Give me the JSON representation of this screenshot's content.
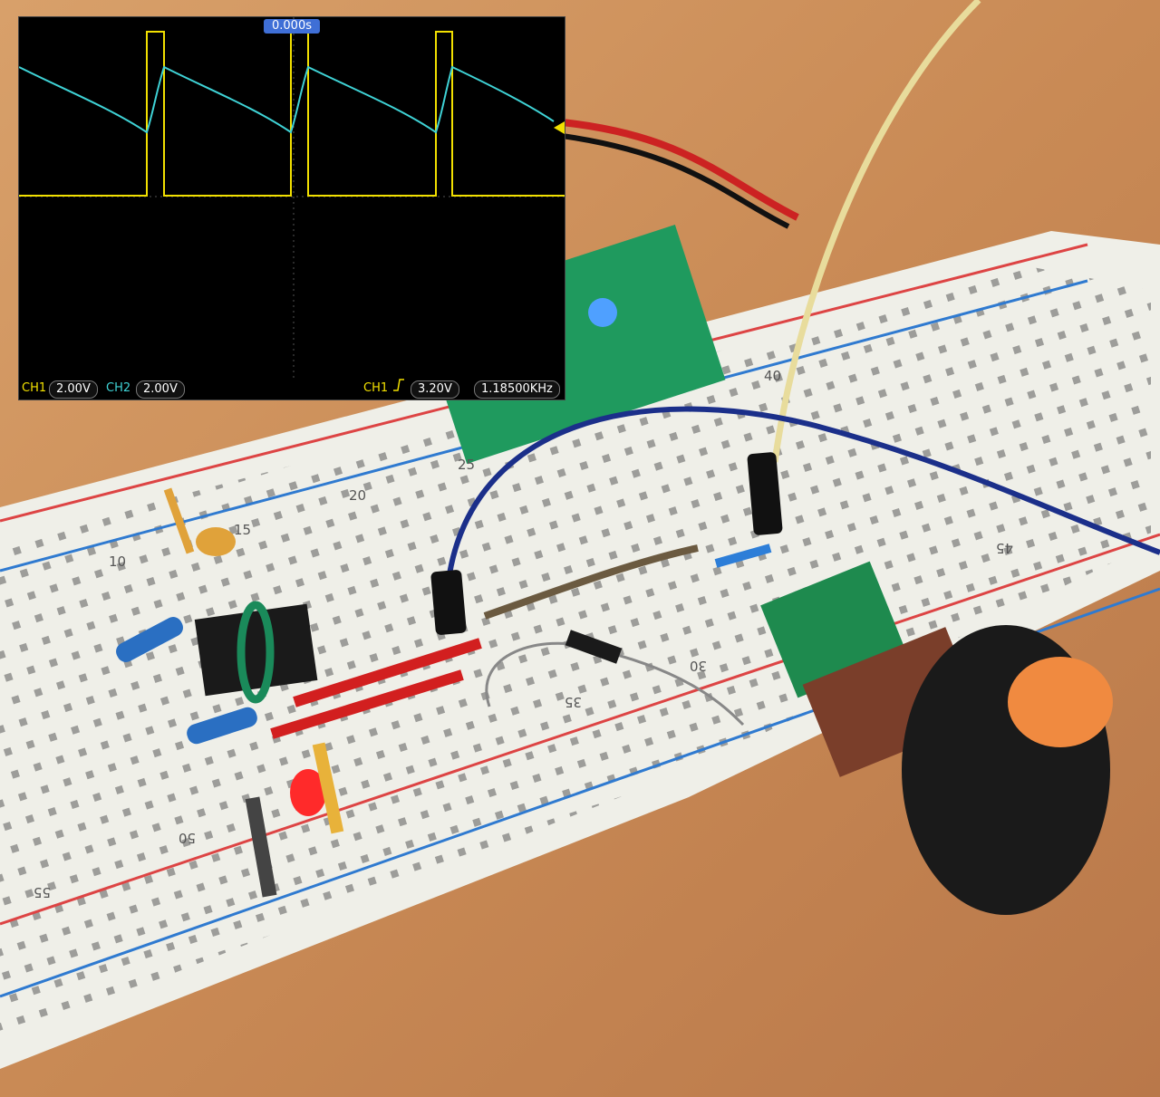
{
  "photo": {
    "breadboard_row_numbers": [
      "10",
      "15",
      "20",
      "25",
      "30",
      "35",
      "40",
      "45",
      "50",
      "55"
    ]
  },
  "oscilloscope": {
    "trigger_time": "0.000s",
    "ch1_label": "CH1",
    "ch1_scale": "2.00V",
    "ch2_label": "CH2",
    "ch2_scale": "2.00V",
    "trigger_channel": "CH1",
    "trigger_icon": "rising-edge-icon",
    "trigger_level": "3.20V",
    "frequency": "1.18500KHz",
    "colors": {
      "ch1": "#f2e000",
      "ch2": "#3fd3d6",
      "background": "#000000",
      "trigger_badge": "#3f6fd6"
    }
  }
}
